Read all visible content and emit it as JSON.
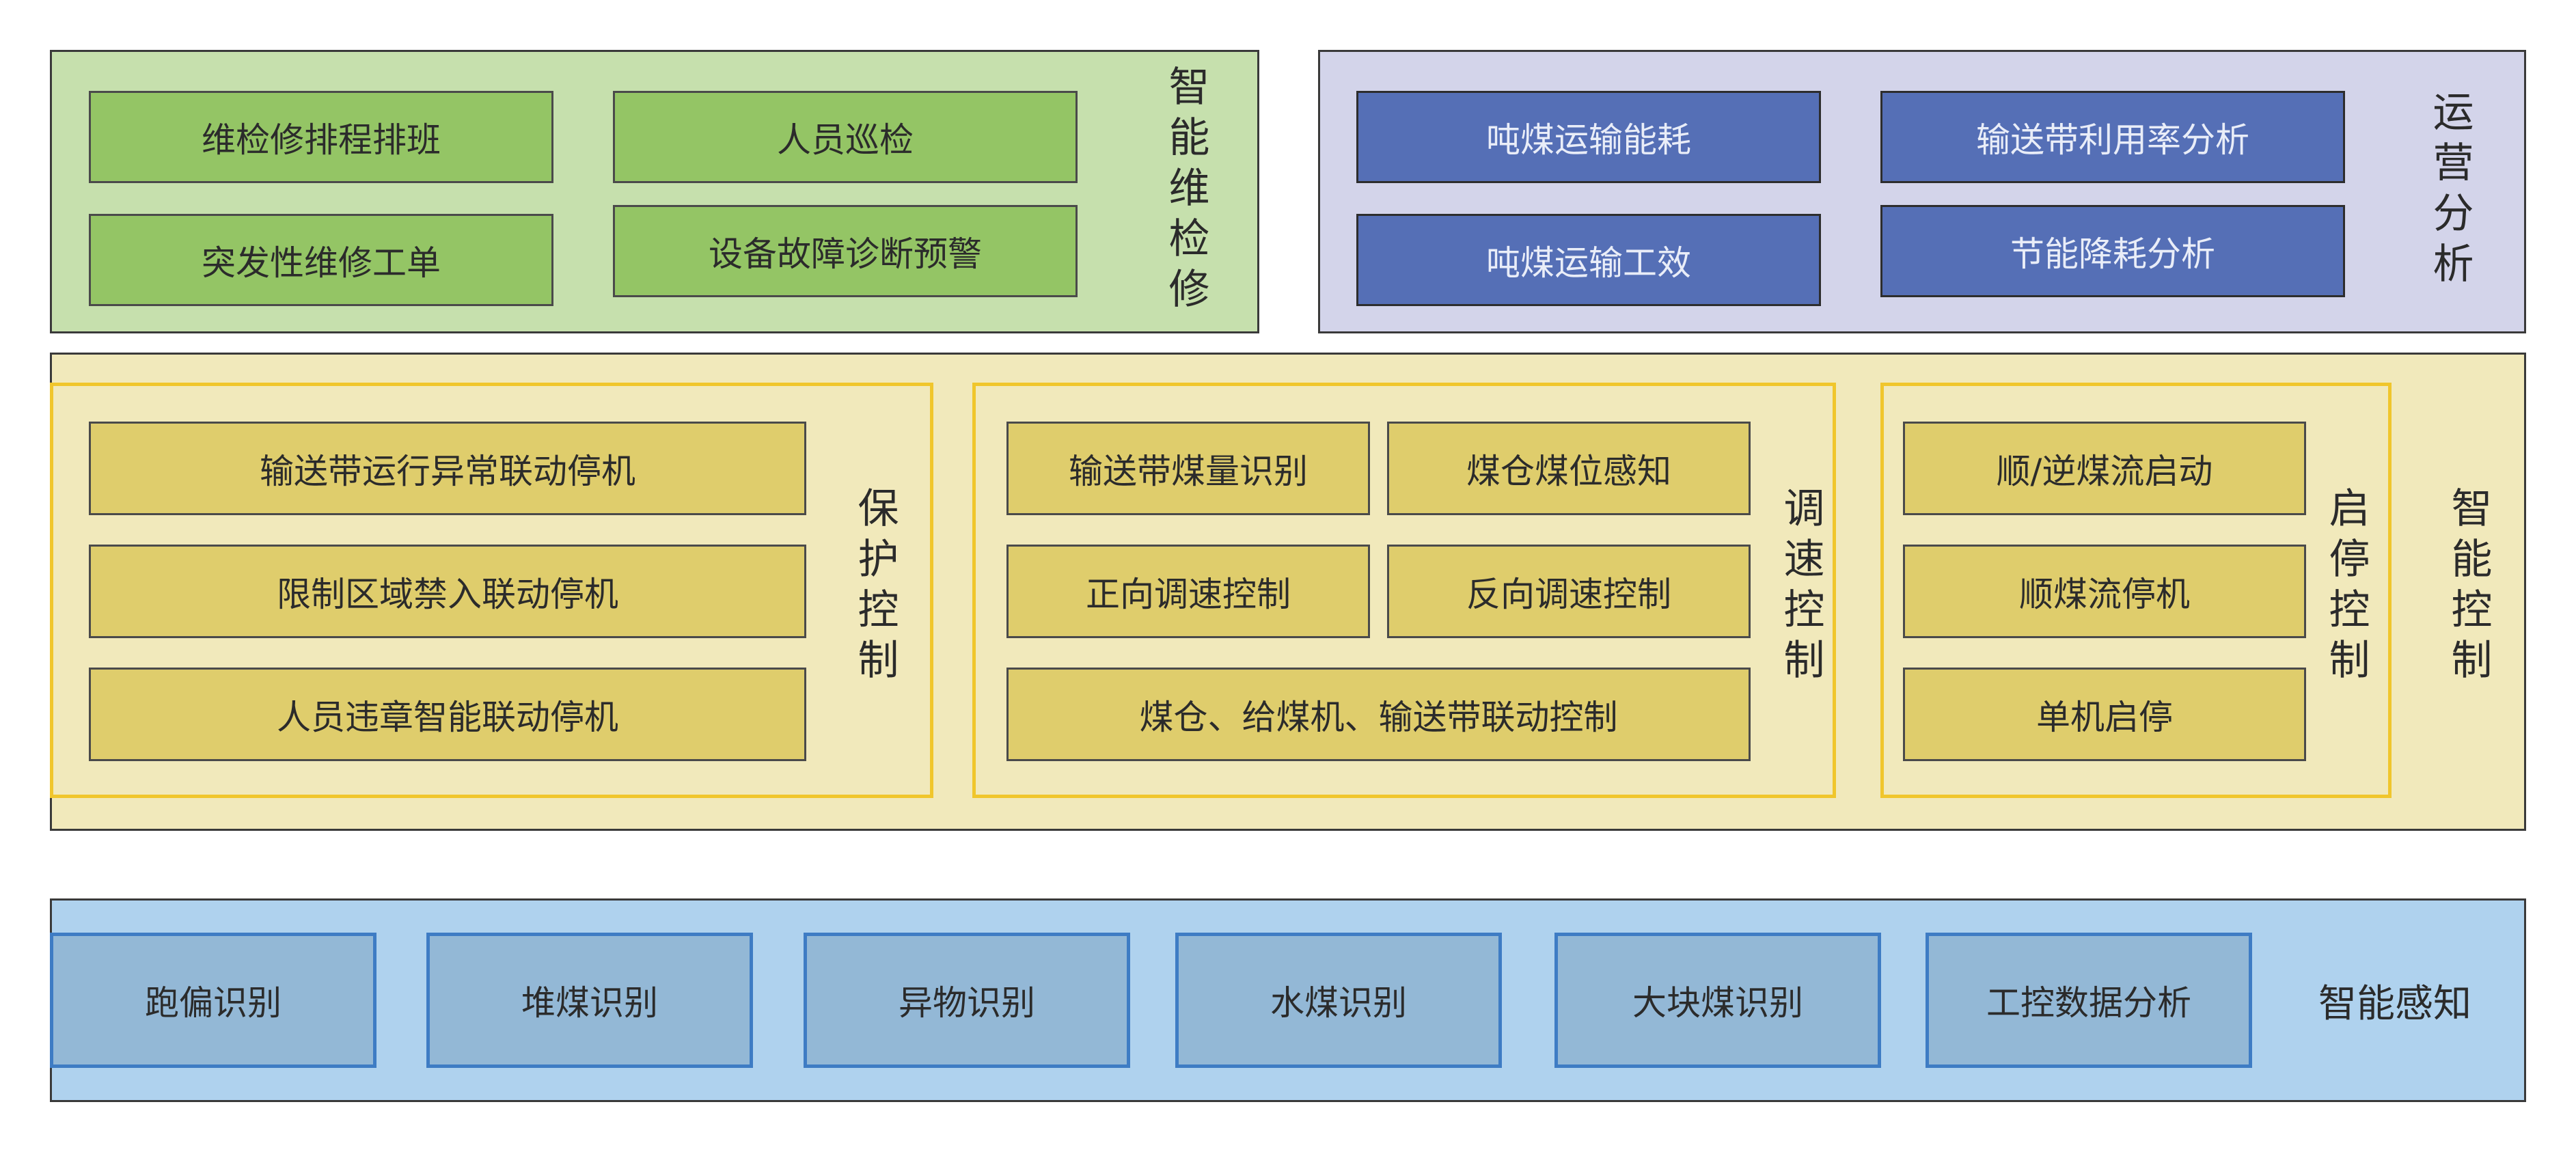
{
  "maintenance": {
    "label": "智能维检修",
    "items": [
      "维检修排程排班",
      "人员巡检",
      "突发性维修工单",
      "设备故障诊断预警"
    ]
  },
  "operations": {
    "label": "运营分析",
    "items": [
      "吨煤运输能耗",
      "输送带利用率分析",
      "吨煤运输工效",
      "节能降耗分析"
    ]
  },
  "control": {
    "label": "智能控制",
    "protection": {
      "label": "保护控制",
      "items": [
        "输送带运行异常联动停机",
        "限制区域禁入联动停机",
        "人员违章智能联动停机"
      ]
    },
    "speed": {
      "label": "调速控制",
      "items": [
        "输送带煤量识别",
        "煤仓煤位感知",
        "正向调速控制",
        "反向调速控制",
        "煤仓、给煤机、输送带联动控制"
      ]
    },
    "startstop": {
      "label": "启停控制",
      "items": [
        "顺/逆煤流启动",
        "顺煤流停机",
        "单机启停"
      ]
    }
  },
  "perception": {
    "label": "智能感知",
    "items": [
      "跑偏识别",
      "堆煤识别",
      "异物识别",
      "水煤识别",
      "大块煤识别",
      "工控数据分析"
    ]
  },
  "colors": {
    "maintenance_bg": "#c6e0ad",
    "maintenance_box": "#94c565",
    "operations_bg": "#d3d4ea",
    "operations_box": "#556fb6",
    "control_bg": "#f1e9bb",
    "control_box": "#dfcd6c",
    "control_sub_border": "#f0c62c",
    "perception_bg": "#afd2ee",
    "perception_box": "#93b8d6",
    "perception_box_border": "#3e7cc4"
  }
}
